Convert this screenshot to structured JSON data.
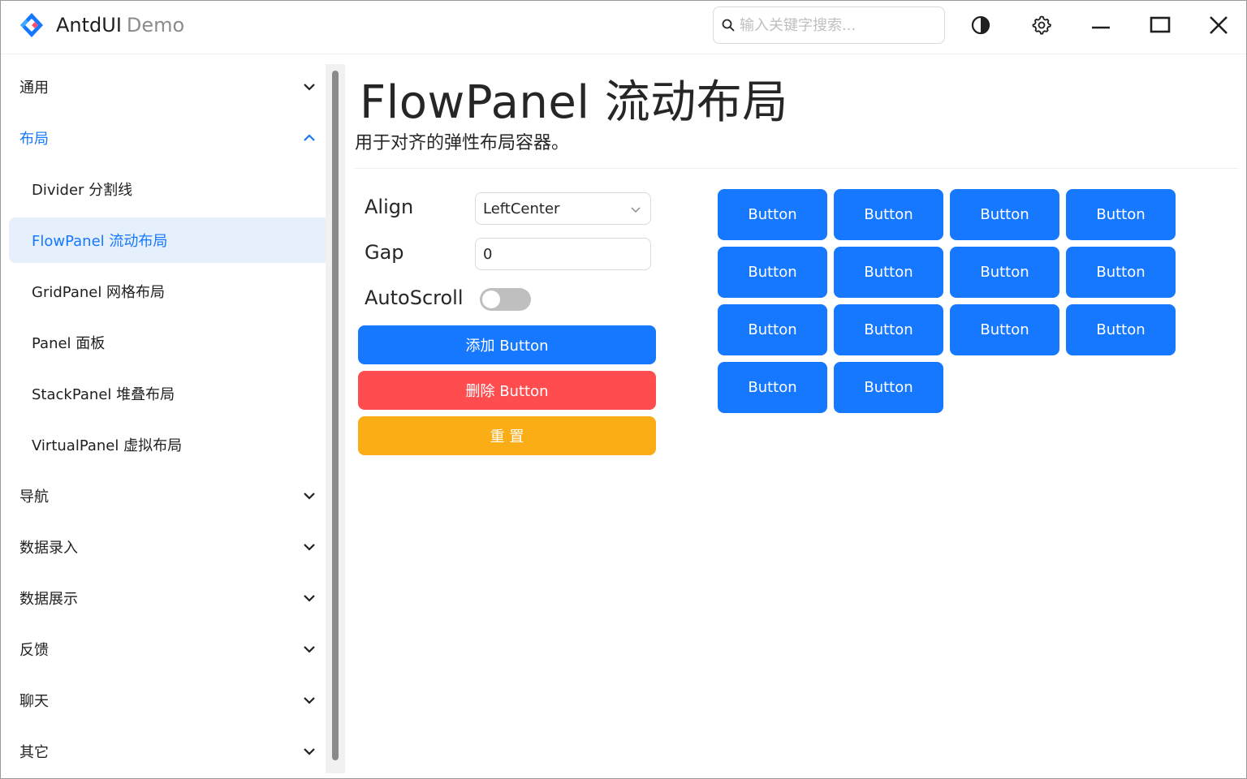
{
  "app": {
    "name": "AntdUI",
    "subtitle": "Demo"
  },
  "search": {
    "placeholder": "输入关键字搜索..."
  },
  "titlebar_icons": [
    "theme-toggle-icon",
    "settings-gear-icon",
    "minimize-icon",
    "maximize-icon",
    "close-icon"
  ],
  "colors": {
    "primary": "#1677ff",
    "danger": "#ff4d4f",
    "warning": "#faad14",
    "active_bg": "#e6f0fc"
  },
  "sidebar": {
    "groups": [
      {
        "label": "通用"
      },
      {
        "label": "布局"
      },
      {
        "label": "导航"
      },
      {
        "label": "数据录入"
      },
      {
        "label": "数据展示"
      },
      {
        "label": "反馈"
      },
      {
        "label": "聊天"
      },
      {
        "label": "其它"
      }
    ],
    "layout_items": [
      {
        "label": "Divider 分割线"
      },
      {
        "label": "FlowPanel 流动布局"
      },
      {
        "label": "GridPanel 网格布局"
      },
      {
        "label": "Panel 面板"
      },
      {
        "label": "StackPanel 堆叠布局"
      },
      {
        "label": "VirtualPanel 虚拟布局"
      }
    ]
  },
  "page": {
    "title": "FlowPanel 流动布局",
    "description": "用于对齐的弹性布局容器。"
  },
  "form": {
    "align_label": "Align",
    "align_value": "LeftCenter",
    "gap_label": "Gap",
    "gap_value": "0",
    "autoscroll_label": "AutoScroll",
    "autoscroll_on": false,
    "add_label": "添加 Button",
    "delete_label": "删除 Button",
    "reset_label": "重 置"
  },
  "flow": {
    "button_label": "Button",
    "count": 14
  }
}
